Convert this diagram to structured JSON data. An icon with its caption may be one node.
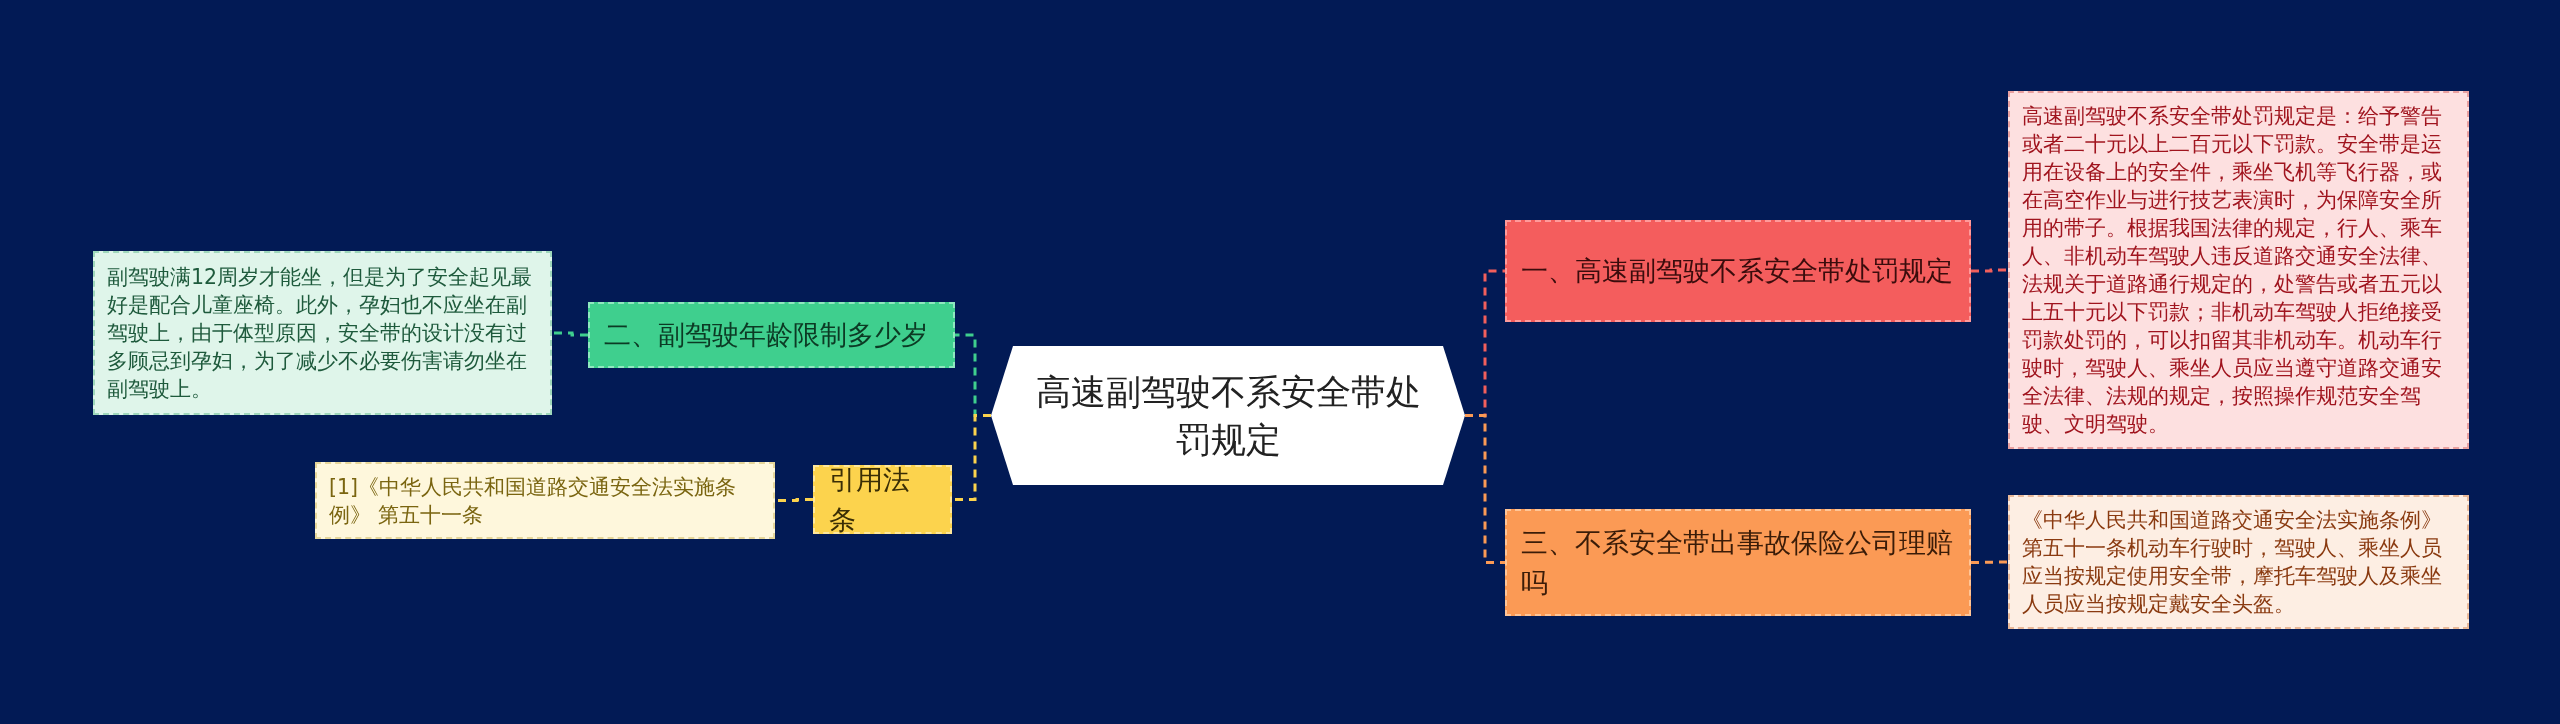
{
  "diagram": {
    "nodes": [
      {
        "text": [
          "高速副驾驶不系安全带处罚规定"
        ]
      },
      {
        "text": [
          "一、高速副驾驶不系安全带处罚规定"
        ]
      },
      {
        "text": [
          "高速副驾驶不系安全带处罚规定是：给予警告或者二十元以上二百元以下罚款。安全带是运用在设备上的安全件，乘坐飞机等飞行器，或在高空作业与进行技艺表演时，为保障安全所用的带子。根据我国法律的规定，行人、乘车人、非机动车驾驶人违反道路交通安全法律、法规关于道路通行规定的，处警告或者五元以上五十元以下罚款；非机动车驾驶人拒绝接受罚款处罚的，可以扣留其非机动车。机动车行驶时，驾驶人、乘坐人员应当遵守道路交通安全法律、法规的规定，按照操作规范安全驾驶、文明驾驶。"
        ]
      },
      {
        "text": [
          "三、不系安全带出事故保险公司理赔吗"
        ]
      },
      {
        "text": [
          "《中华人民共和国道路交通安全法实施条例》第五十一条机动车行驶时，驾驶人、乘坐人员应当按规定使用安全带，摩托车驾驶人及乘坐人员应当按规定戴安全头盔。"
        ]
      },
      {
        "text": [
          "二、副驾驶年龄限制多少岁"
        ]
      },
      {
        "text": [
          "副驾驶满12周岁才能坐，但是为了安全起见最好是配合儿童座椅。此外，孕妇也不应坐在副驾驶上，由于体型原因，安全带的设计没有过多顾忌到孕妇，为了减少不必要伤害请勿坐在副驾驶上。"
        ]
      },
      {
        "text": [
          "引用法条"
        ]
      },
      {
        "text": [
          "[1]《中华人民共和国道路交通安全法实施条例》 第五十一条"
        ]
      }
    ],
    "edges": [
      {
        "from": 0,
        "to": 1,
        "arrow": "none",
        "style": "dashed",
        "color": "#f25f5c"
      },
      {
        "from": 1,
        "to": 2,
        "arrow": "none",
        "style": "dashed",
        "color": "#f25f5c"
      },
      {
        "from": 0,
        "to": 3,
        "arrow": "none",
        "style": "dashed",
        "color": "#fb9a55"
      },
      {
        "from": 3,
        "to": 4,
        "arrow": "none",
        "style": "dashed",
        "color": "#fb9a55"
      },
      {
        "from": 0,
        "to": 5,
        "arrow": "none",
        "style": "dashed",
        "color": "#3fcf8e"
      },
      {
        "from": 5,
        "to": 6,
        "arrow": "none",
        "style": "dashed",
        "color": "#3fcf8e"
      },
      {
        "from": 0,
        "to": 7,
        "arrow": "none",
        "style": "dashed",
        "color": "#fcd34d"
      },
      {
        "from": 7,
        "to": 8,
        "arrow": "none",
        "style": "dashed",
        "color": "#fcd34d"
      }
    ]
  }
}
